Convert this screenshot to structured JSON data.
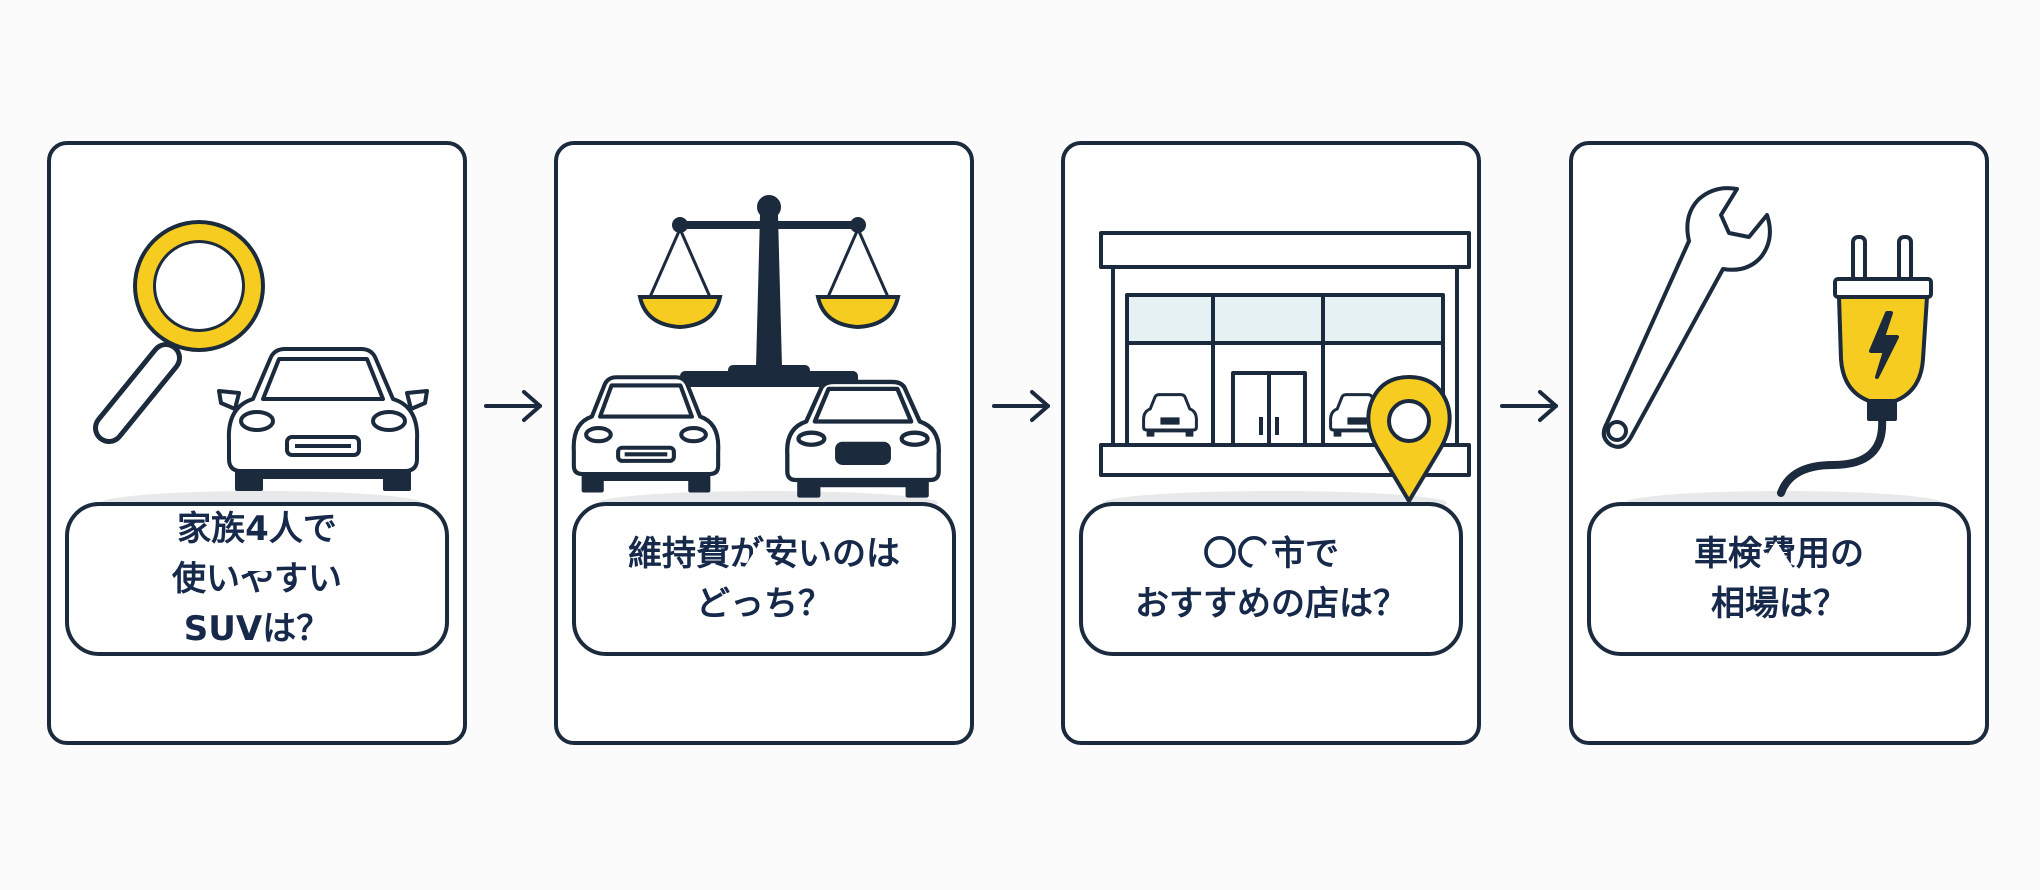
{
  "colors": {
    "ink": "#1b2a3d",
    "accent_yellow": "#f5cc1f",
    "glass": "#e6f1f4",
    "shadow": "#e8e9ea"
  },
  "steps": [
    {
      "illustration": [
        "magnifier-icon",
        "car-icon"
      ],
      "question": "家族4人で\n使いやすい\nSUVは？"
    },
    {
      "illustration": [
        "scale-icon",
        "car-icon",
        "car-icon"
      ],
      "question": "維持費が安いのは\nどっち？"
    },
    {
      "illustration": [
        "dealership-icon",
        "location-pin-icon"
      ],
      "question": "〇〇市で\nおすすめの店は？"
    },
    {
      "illustration": [
        "wrench-icon",
        "ev-plug-icon"
      ],
      "question": "車検費用の\n相場は？"
    }
  ]
}
